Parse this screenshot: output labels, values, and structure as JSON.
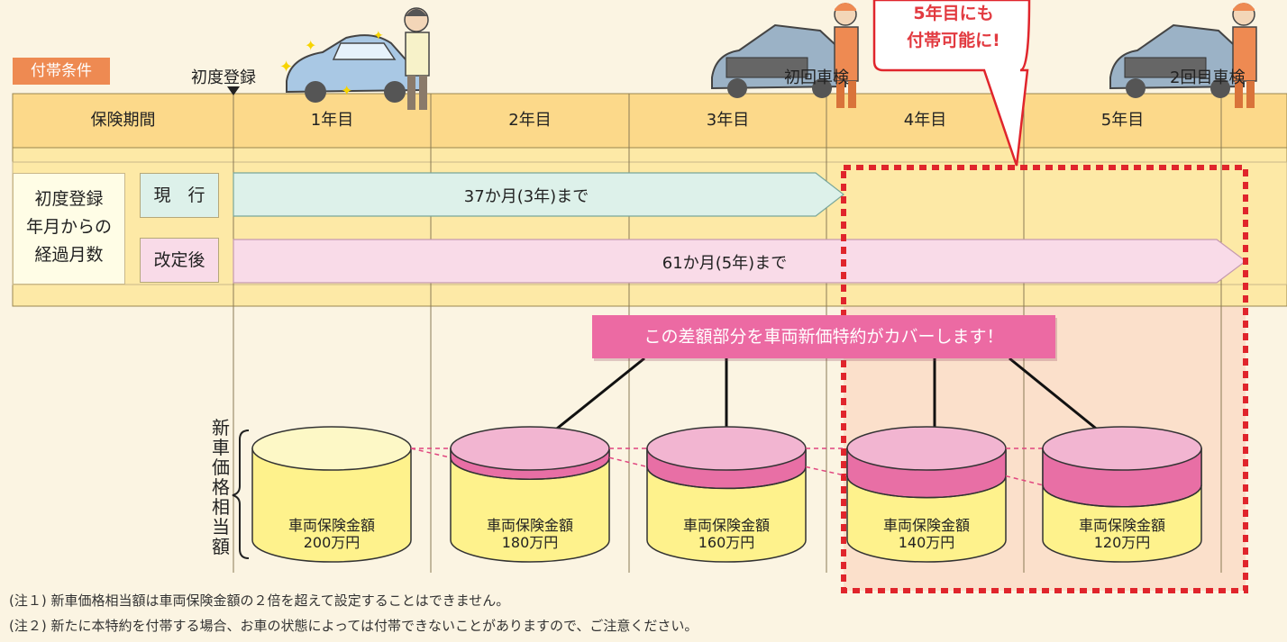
{
  "condition_label": "付帯条件",
  "timeline": {
    "first_registration": "初度登録",
    "first_inspection": "初回車検",
    "second_inspection": "2回目車検"
  },
  "header": {
    "period_label": "保険期間",
    "years": [
      "1年目",
      "2年目",
      "3年目",
      "4年目",
      "5年目"
    ]
  },
  "row_label": "初度登録\n年月からの\n経過月数",
  "current": {
    "tag": "現　行",
    "bar_text": "37か月(3年)まで"
  },
  "revised": {
    "tag": "改定後",
    "bar_text": "61か月(5年)まで"
  },
  "callout": {
    "line1": "5年目にも",
    "line2": "付帯可能に!"
  },
  "banner": "この差額部分を車両新価特約がカバーします！",
  "vertical_label": "新車価格相当額",
  "cylinders": [
    {
      "title": "車両保険金額",
      "amount": "200万円",
      "cover_fraction": 0.0
    },
    {
      "title": "車両保険金額",
      "amount": "180万円",
      "cover_fraction": 0.1
    },
    {
      "title": "車両保険金額",
      "amount": "160万円",
      "cover_fraction": 0.2
    },
    {
      "title": "車両保険金額",
      "amount": "140万円",
      "cover_fraction": 0.3
    },
    {
      "title": "車両保険金額",
      "amount": "120万円",
      "cover_fraction": 0.4
    }
  ],
  "notes": [
    "(注１) 新車価格相当額は車両保険金額の２倍を超えて設定することはできません。",
    "(注２) 新たに本特約を付帯する場合、お車の状態によっては付帯できないことがありますので、ご注意ください。"
  ],
  "colors": {
    "background": "#fbf4e2",
    "header_bar": "#fcd98a",
    "current_bar": "#ddf1ea",
    "revised_bar": "#f9dbe8",
    "highlight": "#fbd9c3",
    "accent_pink": "#ec6aa3",
    "callout_red": "#e23a40",
    "badge_orange": "#ee8a52"
  }
}
